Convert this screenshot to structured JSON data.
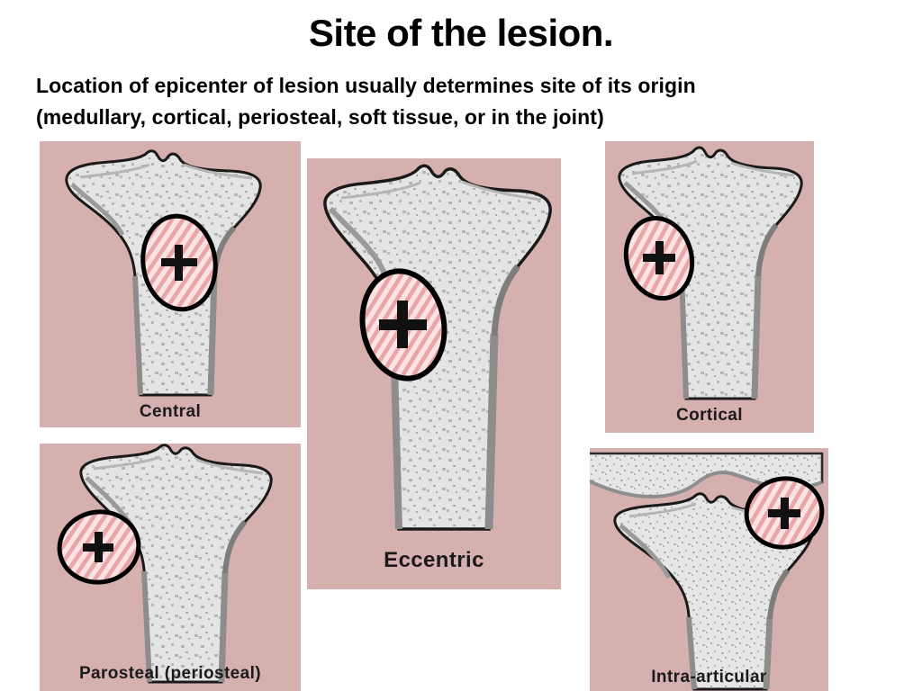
{
  "slide": {
    "title": "Site of the lesion.",
    "subtitle_lines": [
      "Location of epicenter of lesion usually determines site of its origin",
      "(medullary, cortical, periosteal, soft tissue, or in the joint)"
    ],
    "background_color": "#ffffff"
  },
  "colors": {
    "panel_background": "#d6b0ae",
    "bone_fill": "#e4e4e4",
    "bone_outline": "#1a1a1a",
    "cortex_shadow": "#8a8a8a",
    "lesion_fill": "#fadfe0",
    "lesion_hatch": "#e8a9ab",
    "lesion_outline": "#000000",
    "caption_text": "#1b1b1b",
    "title_text": "#000000"
  },
  "panels": [
    {
      "id": "central",
      "caption": "Central",
      "lesion_marker": "+",
      "lesion_position": "medullary-center",
      "bone_type": "proximal-tibia"
    },
    {
      "id": "eccentric",
      "caption": "Eccentric",
      "lesion_marker": "+",
      "lesion_position": "medullary-off-center-abutting-cortex",
      "bone_type": "proximal-tibia"
    },
    {
      "id": "cortical",
      "caption": "Cortical",
      "lesion_marker": "+",
      "lesion_position": "within-cortex",
      "bone_type": "proximal-tibia"
    },
    {
      "id": "parosteal",
      "caption": "Parosteal (periosteal)",
      "lesion_marker": "+",
      "lesion_position": "surface-outside-cortex",
      "bone_type": "proximal-tibia"
    },
    {
      "id": "intra-articular",
      "caption": "Intra-articular",
      "lesion_marker": "+",
      "lesion_position": "within-joint-space",
      "bone_type": "knee-joint-tibia-and-femoral-condyle"
    }
  ]
}
